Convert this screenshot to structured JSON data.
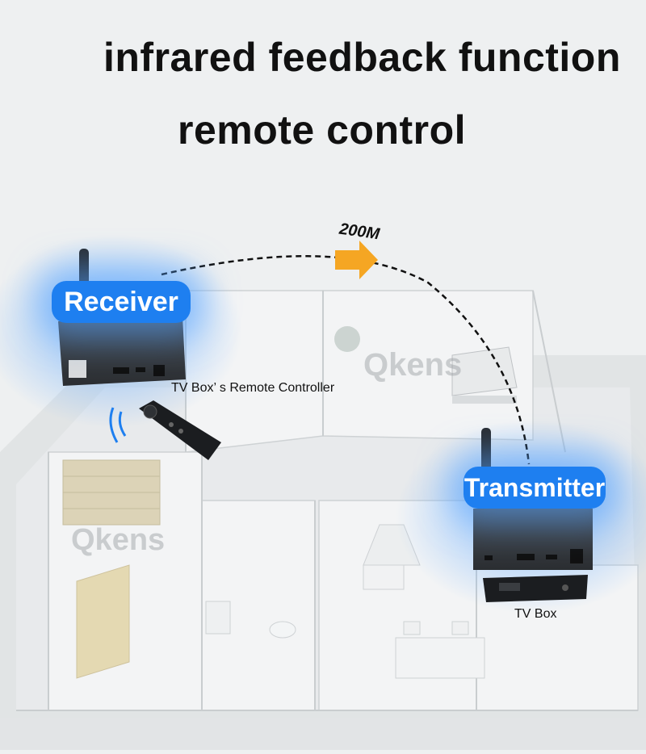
{
  "headline": {
    "line1": "infrared feedback function",
    "line2": "remote control"
  },
  "labels": {
    "receiver": "Receiver",
    "transmitter": "Transmitter",
    "distance": "200M",
    "remote_controller": "TV Box’ s Remote Controller",
    "tv_box": "TV Box"
  },
  "watermark": "Qkens",
  "colors": {
    "badge_blue": "#1e7ff0",
    "glow_blue": "#7fb8ff",
    "arrow_orange": "#f5a623",
    "device_dark": "#2a2d31"
  }
}
